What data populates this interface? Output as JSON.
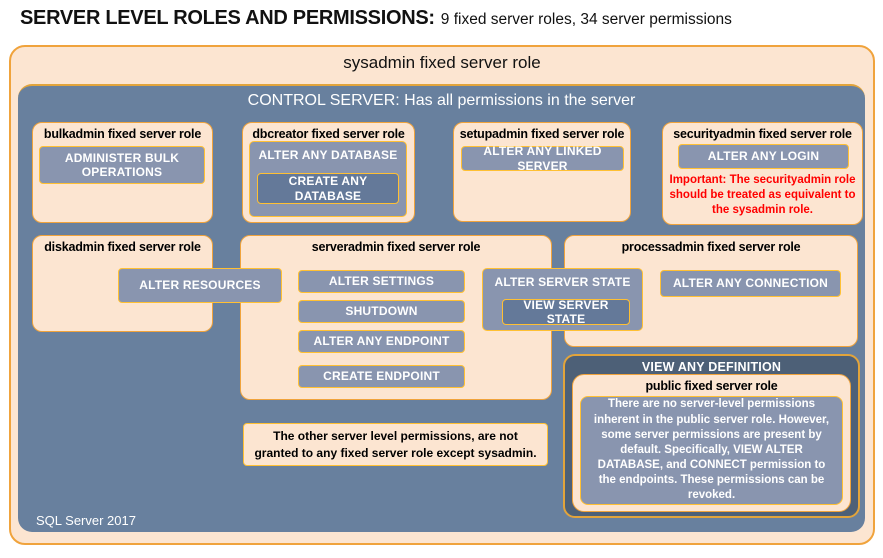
{
  "colors": {
    "peach_fill": "#FCE5D1",
    "gold_border": "#F0A33C",
    "gold_bright_border": "#FFC033",
    "main_blue": "#68809E",
    "button_blue": "#8995AF",
    "button_dark_blue": "#647999",
    "definition_dark_blue": "#4D6077",
    "warning_red": "#FF0000"
  },
  "header": {
    "title": "SERVER LEVEL ROLES AND PERMISSIONS:",
    "subtitle": "9 fixed server roles, 34 server permissions"
  },
  "sysadmin_label": "sysadmin fixed server role",
  "control_label": "CONTROL SERVER: Has all permissions in the server",
  "roles": {
    "bulkadmin": {
      "label": "bulkadmin fixed server role",
      "permission": "ADMINISTER BULK OPERATIONS"
    },
    "dbcreator": {
      "label": "dbcreator fixed server role",
      "permission_outer": "ALTER ANY DATABASE",
      "permission_inner": "CREATE ANY DATABASE"
    },
    "setupadmin": {
      "label": "setupadmin fixed server role",
      "permission": "ALTER ANY LINKED SERVER"
    },
    "securityadmin": {
      "label": "securityadmin fixed server role",
      "permission": "ALTER ANY LOGIN",
      "warning": "Important: The securityadmin role should be treated as equivalent to the sysadmin role."
    },
    "diskadmin": {
      "label": "diskadmin fixed server role",
      "permission": "ALTER RESOURCES"
    },
    "serveradmin": {
      "label": "serveradmin fixed server role",
      "permissions": [
        "ALTER SETTINGS",
        "SHUTDOWN",
        "ALTER ANY ENDPOINT",
        "CREATE ENDPOINT"
      ],
      "permission_outer": "ALTER SERVER STATE",
      "permission_inner": "VIEW SERVER STATE"
    },
    "processadmin": {
      "label": "processadmin fixed server role",
      "permission": "ALTER ANY CONNECTION"
    },
    "public": {
      "container_label": "VIEW ANY DEFINITION",
      "label": "public fixed server role",
      "description": "There are no server-level permissions inherent in the public server role. However, some server permissions are present by default. Specifically, VIEW ALTER DATABASE, and CONNECT permission to the endpoints. These permissions can be revoked."
    }
  },
  "footnote": "The other server level permissions, are not granted to any fixed server role except sysadmin.",
  "footer": "SQL Server 2017"
}
